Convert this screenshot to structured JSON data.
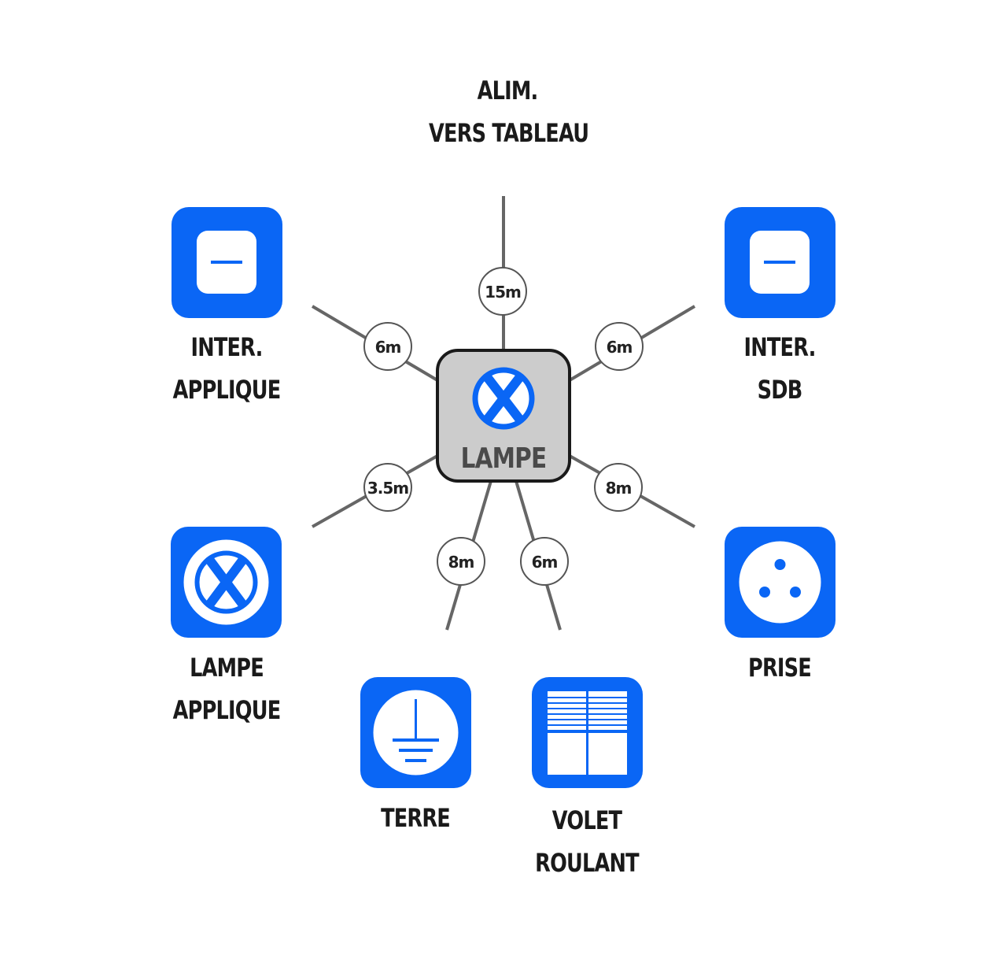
{
  "hub": {
    "label": "LAMPE",
    "icon": "lamp-icon"
  },
  "supply": {
    "line1": "ALIM.",
    "line2": "VERS TABLEAU"
  },
  "devices": [
    {
      "id": "inter-applique",
      "icon": "switch-icon",
      "line1": "INTER.",
      "line2": "APPLIQUE",
      "distance": "6m"
    },
    {
      "id": "inter-sdb",
      "icon": "switch-icon",
      "line1": "INTER.",
      "line2": "SDB",
      "distance": "6m"
    },
    {
      "id": "lampe-applique",
      "icon": "lamp-icon",
      "line1": "LAMPE",
      "line2": "APPLIQUE",
      "distance": "3.5m"
    },
    {
      "id": "prise",
      "icon": "socket-icon",
      "line1": "PRISE",
      "line2": "",
      "distance": "8m"
    },
    {
      "id": "terre",
      "icon": "earth-icon",
      "line1": "TERRE",
      "line2": "",
      "distance": "8m"
    },
    {
      "id": "volet-roulant",
      "icon": "shutter-icon",
      "line1": "VOLET",
      "line2": "ROULANT",
      "distance": "6m"
    }
  ],
  "supply_distance": "15m",
  "colors": {
    "blue": "#0a66f5",
    "hub_fill": "#cccccc",
    "line": "#666666"
  }
}
